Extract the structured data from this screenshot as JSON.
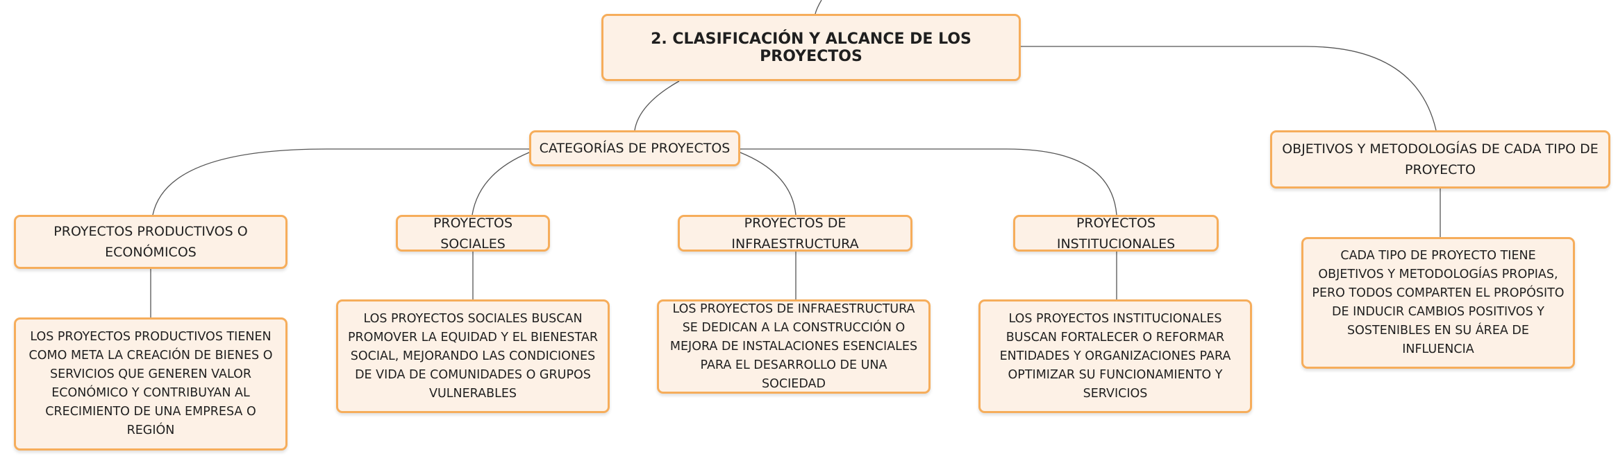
{
  "main": {
    "title": "2. CLASIFICACIÓN Y ALCANCE DE LOS PROYECTOS"
  },
  "categories": {
    "title": "CATEGORÍAS DE PROYECTOS",
    "items": [
      {
        "title": "PROYECTOS PRODUCTIVOS O ECONÓMICOS",
        "description": "LOS PROYECTOS PRODUCTIVOS TIENEN COMO META LA CREACIÓN DE BIENES O SERVICIOS QUE GENEREN VALOR ECONÓMICO Y CONTRIBUYAN AL CRECIMIENTO DE UNA EMPRESA O REGIÓN"
      },
      {
        "title": "PROYECTOS SOCIALES",
        "description": "LOS PROYECTOS SOCIALES BUSCAN PROMOVER LA EQUIDAD Y EL BIENESTAR SOCIAL, MEJORANDO LAS CONDICIONES DE VIDA DE COMUNIDADES O GRUPOS VULNERABLES"
      },
      {
        "title": "PROYECTOS DE INFRAESTRUCTURA",
        "description": "LOS PROYECTOS DE INFRAESTRUCTURA SE DEDICAN A LA CONSTRUCCIÓN O MEJORA DE INSTALACIONES ESENCIALES PARA EL DESARROLLO DE UNA SOCIEDAD"
      },
      {
        "title": "PROYECTOS INSTITUCIONALES",
        "description": "LOS PROYECTOS INSTITUCIONALES BUSCAN FORTALECER O REFORMAR ENTIDADES Y ORGANIZACIONES PARA OPTIMIZAR SU FUNCIONAMIENTO Y SERVICIOS"
      }
    ]
  },
  "objectives": {
    "title": "OBJETIVOS Y METODOLOGÍAS DE CADA TIPO DE PROYECTO",
    "description": "CADA TIPO DE PROYECTO TIENE OBJETIVOS Y METODOLOGÍAS PROPIAS, PERO TODOS COMPARTEN EL PROPÓSITO DE INDUCIR CAMBIOS POSITIVOS Y SOSTENIBLES EN SU ÁREA DE INFLUENCIA"
  },
  "colors": {
    "border": "#f6ad5b",
    "fill": "#fdf1e6",
    "line": "#555555"
  }
}
